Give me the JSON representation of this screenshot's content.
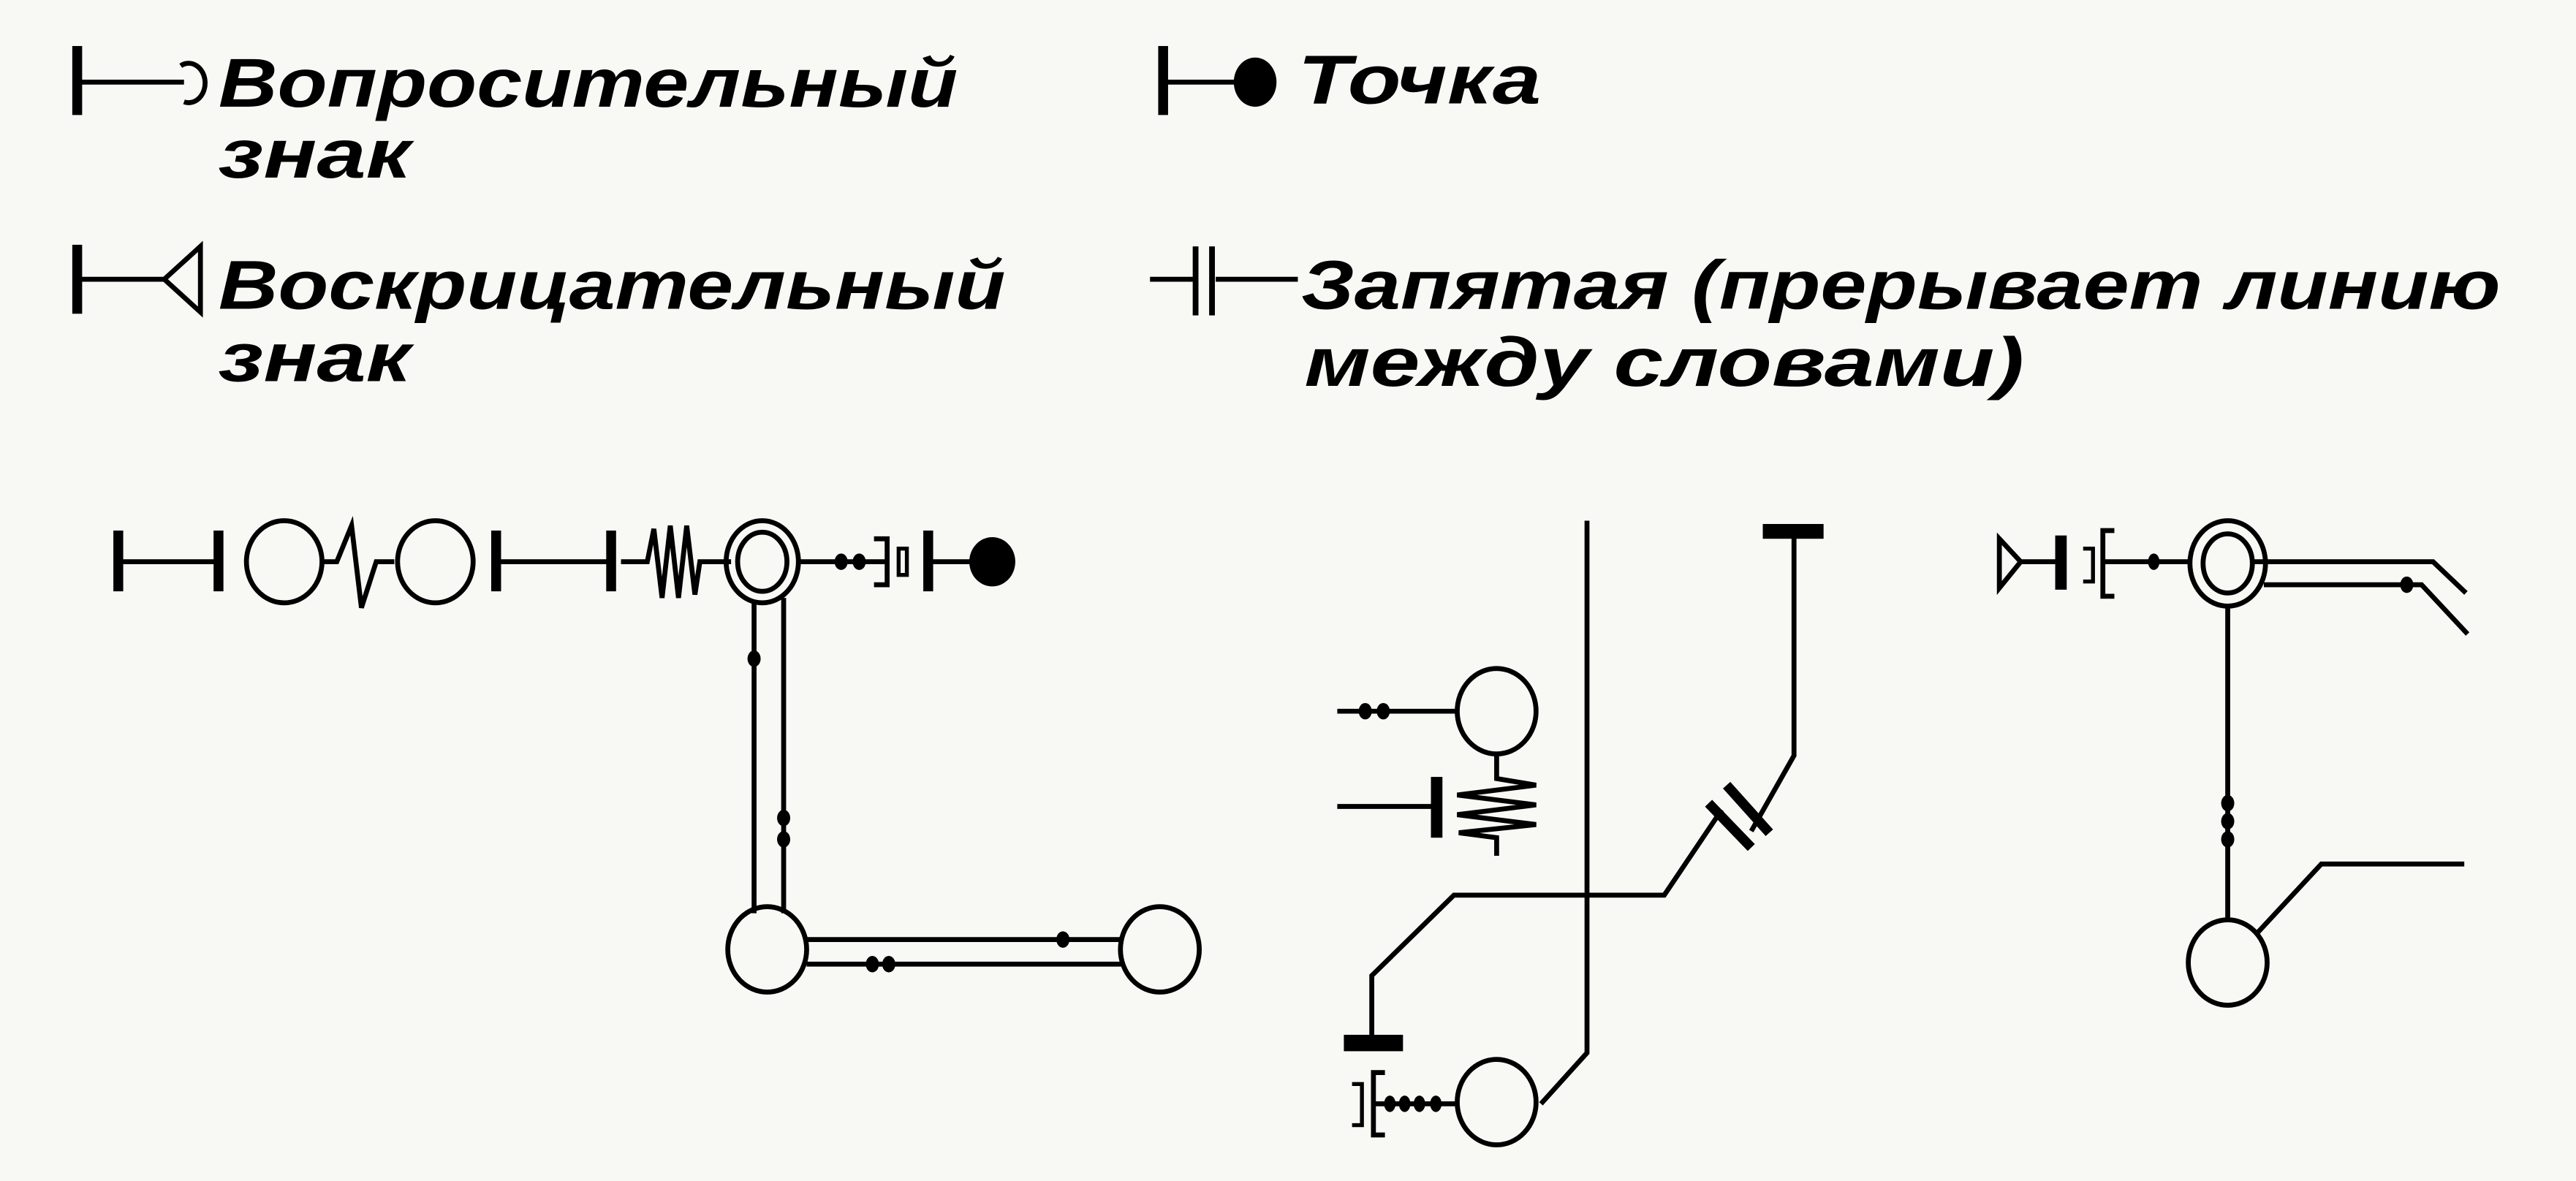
{
  "legend": {
    "question": {
      "line1": "Вопросительный",
      "line2": "знак",
      "icon": "question-mark-symbol-icon"
    },
    "exclamation": {
      "line1": "Воскрицательный",
      "line2": "знак",
      "icon": "exclamation-mark-symbol-icon"
    },
    "period": {
      "line1": "Точка",
      "icon": "period-symbol-icon"
    },
    "comma": {
      "line1": "Запятая (прерывает линию",
      "line2": "между словами)",
      "icon": "comma-symbol-icon"
    }
  },
  "colors": {
    "background": "#f8f8f5",
    "ink": "#000000"
  }
}
